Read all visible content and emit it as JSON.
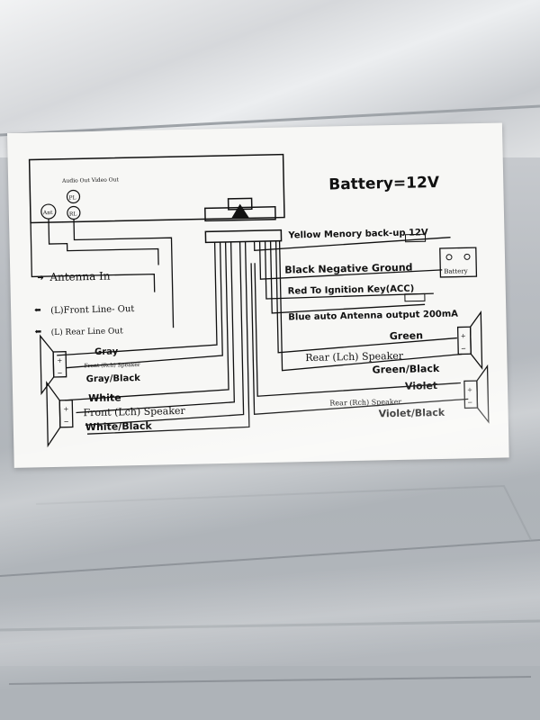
{
  "battery_label": "Battery=12V",
  "unit": {
    "audio_video_out": "Audio Out Video Out",
    "ant": "Ant",
    "pl": "PL",
    "rl": "RL"
  },
  "left_labels": {
    "antenna_in": "Antenna In",
    "front_line_out": "(L)Front Line- Out",
    "rear_line_out": "(L) Rear   Line Out",
    "gray": "Gray",
    "front_rch_speaker": "Front (Rch) Speaker",
    "gray_black": "Gray/Black",
    "white": "White",
    "front_lch_speaker": "Front (Lch) Speaker",
    "white_black": "White/Black"
  },
  "right_labels": {
    "yellow_memory": "Yellow Menory back-up 12V",
    "black_ground": "Black Negative Ground",
    "battery": "Battery",
    "red_ignition": "Red To Ignition Key(ACC)",
    "blue_antenna": "Blue auto Antenna output 200mA",
    "green": "Green",
    "rear_lch_speaker": "Rear (Lch) Speaker",
    "green_black": "Green/Black",
    "violet": "Violet",
    "rear_rch_speaker": "Rear (Rch) Speaker",
    "violet_black": "Violet/Black"
  },
  "colors": {
    "card": "#f7f7f5",
    "ink": "#111111",
    "metal": "#b9bdc2"
  }
}
